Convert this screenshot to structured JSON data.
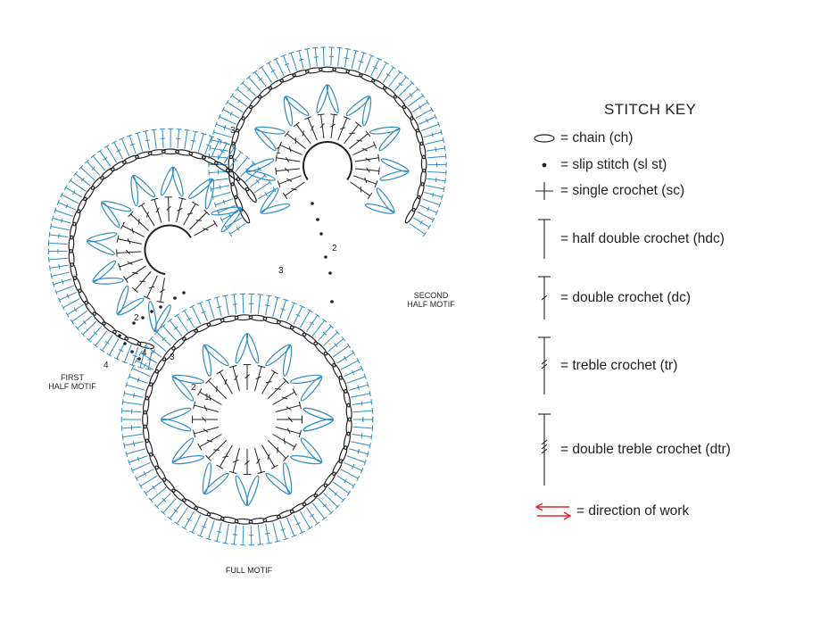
{
  "labels": {
    "second_half_motif": [
      "SECOND",
      "HALF MOTIF"
    ],
    "first_half_motif": [
      "FIRST",
      "HALF MOTIF"
    ],
    "full_motif": "FULL MOTIF"
  },
  "round_numbers": [
    "3",
    "2",
    "3",
    "2",
    "4",
    "4",
    "3",
    "2",
    "1",
    "1"
  ],
  "stitch_key": {
    "title": "STITCH KEY",
    "items": [
      {
        "icon": "chain-icon",
        "text": "= chain (ch)"
      },
      {
        "icon": "slip-stitch-icon",
        "text": "= slip stitch (sl st)"
      },
      {
        "icon": "single-crochet-icon",
        "text": "= single crochet (sc)"
      },
      {
        "icon": "half-double-crochet-icon",
        "text": "= half double crochet (hdc)"
      },
      {
        "icon": "double-crochet-icon",
        "text": "= double crochet (dc)"
      },
      {
        "icon": "treble-crochet-icon",
        "text": "= treble crochet (tr)"
      },
      {
        "icon": "double-treble-crochet-icon",
        "text": "= double treble crochet (dtr)"
      },
      {
        "icon": "direction-arrows-icon",
        "text": "= direction of work"
      }
    ]
  },
  "colors": {
    "outer_round": "#2f8cc4",
    "inner_stitches": "#222222",
    "arrow": "#e0262f"
  }
}
